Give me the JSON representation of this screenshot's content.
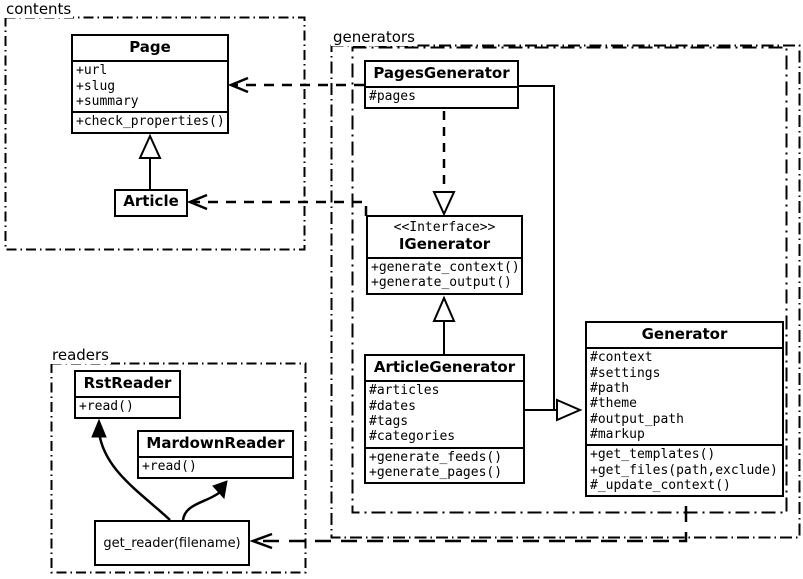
{
  "diagram": {
    "type": "uml-class-diagram",
    "stroke_color": "#000000",
    "background_color": "#ffffff"
  },
  "packages": [
    {
      "name": "contents",
      "label": "contents"
    },
    {
      "name": "generators",
      "label": "generators"
    },
    {
      "name": "readers",
      "label": "readers"
    }
  ],
  "classes": {
    "page": {
      "name": "Page",
      "attributes": [
        "+url",
        "+slug",
        "+summary"
      ],
      "methods": [
        "+check_properties()"
      ]
    },
    "article": {
      "name": "Article",
      "attributes": [],
      "methods": []
    },
    "pages_generator": {
      "name": "PagesGenerator",
      "attributes": [
        "#pages"
      ],
      "methods": []
    },
    "igenerator": {
      "stereotype": "<<Interface>>",
      "name": "IGenerator",
      "attributes": [],
      "methods": [
        "+generate_context()",
        "+generate_output()"
      ]
    },
    "article_generator": {
      "name": "ArticleGenerator",
      "attributes": [
        "#articles",
        "#dates",
        "#tags",
        "#categories"
      ],
      "methods": [
        "+generate_feeds()",
        "+generate_pages()"
      ]
    },
    "generator": {
      "name": "Generator",
      "attributes": [
        "#context",
        "#settings",
        "#path",
        "#theme",
        "#output_path",
        "#markup"
      ],
      "methods": [
        "+get_templates()",
        "+get_files(path,exclude)",
        "#_update_context()"
      ]
    }
  },
  "readers": {
    "rst_reader": {
      "name": "RstReader",
      "methods": [
        "+read()"
      ]
    },
    "mardown_reader": {
      "name": "MardownReader",
      "methods": [
        "+read()"
      ]
    },
    "get_reader": {
      "label": "get_reader(filename)"
    }
  },
  "relations": [
    {
      "name": "article-inherits-page",
      "type": "generalization",
      "from": "Article",
      "to": "Page"
    },
    {
      "name": "pagesgenerator-realizes-igenerator",
      "type": "realization",
      "from": "PagesGenerator",
      "to": "IGenerator"
    },
    {
      "name": "articlegenerator-realizes-igenerator",
      "type": "generalization",
      "from": "ArticleGenerator",
      "to": "IGenerator"
    },
    {
      "name": "pagesgenerator-extends-generator",
      "type": "generalization",
      "from": "PagesGenerator",
      "to": "Generator"
    },
    {
      "name": "articlegenerator-extends-generator",
      "type": "generalization",
      "from": "ArticleGenerator",
      "to": "Generator"
    },
    {
      "name": "pagesgenerator-uses-page",
      "type": "dependency",
      "from": "PagesGenerator",
      "to": "Page"
    },
    {
      "name": "articlegenerator-uses-article",
      "type": "dependency",
      "from": "ArticleGenerator",
      "to": "Article"
    },
    {
      "name": "generator-uses-get-reader",
      "type": "dependency",
      "from": "Generator",
      "to": "get_reader(filename)"
    },
    {
      "name": "get-reader-returns-rstreader",
      "type": "association",
      "from": "get_reader(filename)",
      "to": "RstReader"
    },
    {
      "name": "get-reader-returns-mardownreader",
      "type": "association",
      "from": "get_reader(filename)",
      "to": "MardownReader"
    }
  ]
}
